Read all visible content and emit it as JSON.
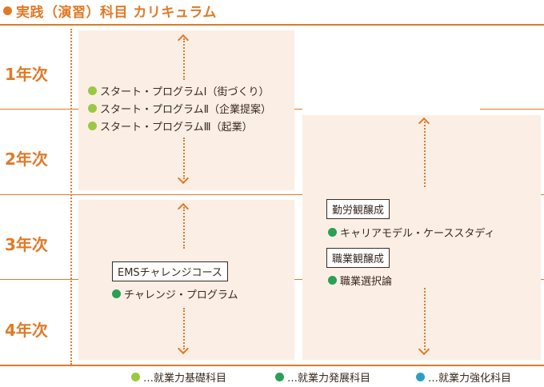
{
  "colors": {
    "accent": "#e07a28",
    "panel": "#fbeee5",
    "foundation": "#9bc843",
    "development": "#2aa055",
    "reinforcement": "#2e9fc4"
  },
  "header": {
    "title": "実践（演習）科目 カリキュラム",
    "bullet_icon": "circle-bullet-icon"
  },
  "years": [
    "1年次",
    "2年次",
    "3年次",
    "4年次"
  ],
  "start_program": {
    "items": [
      {
        "marker": "foundation",
        "label": "スタート・プログラムⅠ（街づくり）"
      },
      {
        "marker": "foundation",
        "label": "スタート・プログラムⅡ（企業提案）"
      },
      {
        "marker": "foundation",
        "label": "スタート・プログラムⅢ（起業）"
      }
    ]
  },
  "ems": {
    "box_label": "EMSチャレンジコース",
    "items": [
      {
        "marker": "development",
        "label": "チャレンジ・プログラム"
      }
    ]
  },
  "career": {
    "groups": [
      {
        "box_label": "勤労観醸成",
        "item": {
          "marker": "development",
          "label": "キャリアモデル・ケーススタディ"
        }
      },
      {
        "box_label": "職業観醸成",
        "item": {
          "marker": "development",
          "label": "職業選択論"
        }
      }
    ]
  },
  "legend": [
    {
      "marker": "foundation",
      "label": "…就業力基礎科目"
    },
    {
      "marker": "development",
      "label": "…就業力発展科目"
    },
    {
      "marker": "reinforcement",
      "label": "…就業力強化科目"
    }
  ]
}
